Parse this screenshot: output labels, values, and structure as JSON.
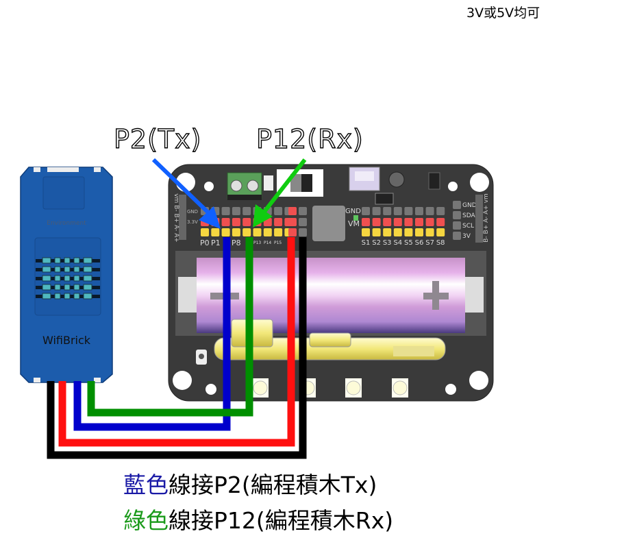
{
  "note": "3V或5V均可",
  "labels": {
    "tx": "P2(Tx)",
    "rx": "P12(Rx)"
  },
  "module": {
    "name": "WifiBrick",
    "subtitle": "Environment"
  },
  "board": {
    "left_side_pins": [
      "vm",
      "B-",
      "B+",
      "A-",
      "A+"
    ],
    "header_labels": [
      "GND",
      "3.3V"
    ],
    "pin_labels": [
      "P0",
      "P1",
      "P8",
      "P13",
      "P14",
      "P15"
    ],
    "power_labels": [
      "GND",
      "VM"
    ],
    "servo_labels": [
      "S1",
      "S2",
      "S3",
      "S4",
      "S5",
      "S6",
      "S7",
      "S8"
    ],
    "i2c_labels": [
      "GND",
      "SDA",
      "SCL",
      "3V"
    ],
    "right_side_pins": [
      "vm",
      "A+",
      "A-",
      "B+",
      "B-"
    ]
  },
  "wires": [
    {
      "color_name": "blue",
      "color": "#0000cc",
      "connects": "P2"
    },
    {
      "color_name": "green",
      "color": "#008f00",
      "connects": "P12"
    },
    {
      "color_name": "red",
      "color": "#ff1010",
      "connects": "VCC"
    },
    {
      "color_name": "black",
      "color": "#000000",
      "connects": "GND"
    }
  ],
  "arrows": {
    "tx_color": "#1060ff",
    "rx_color": "#10cc10"
  },
  "captions": [
    {
      "color_word": "藍色",
      "color": "#1a1aa6",
      "rest": "線接P2(編程積木Tx)"
    },
    {
      "color_word": "綠色",
      "color": "#1a9a1a",
      "rest": "線接P12(編程積木Rx)"
    }
  ]
}
